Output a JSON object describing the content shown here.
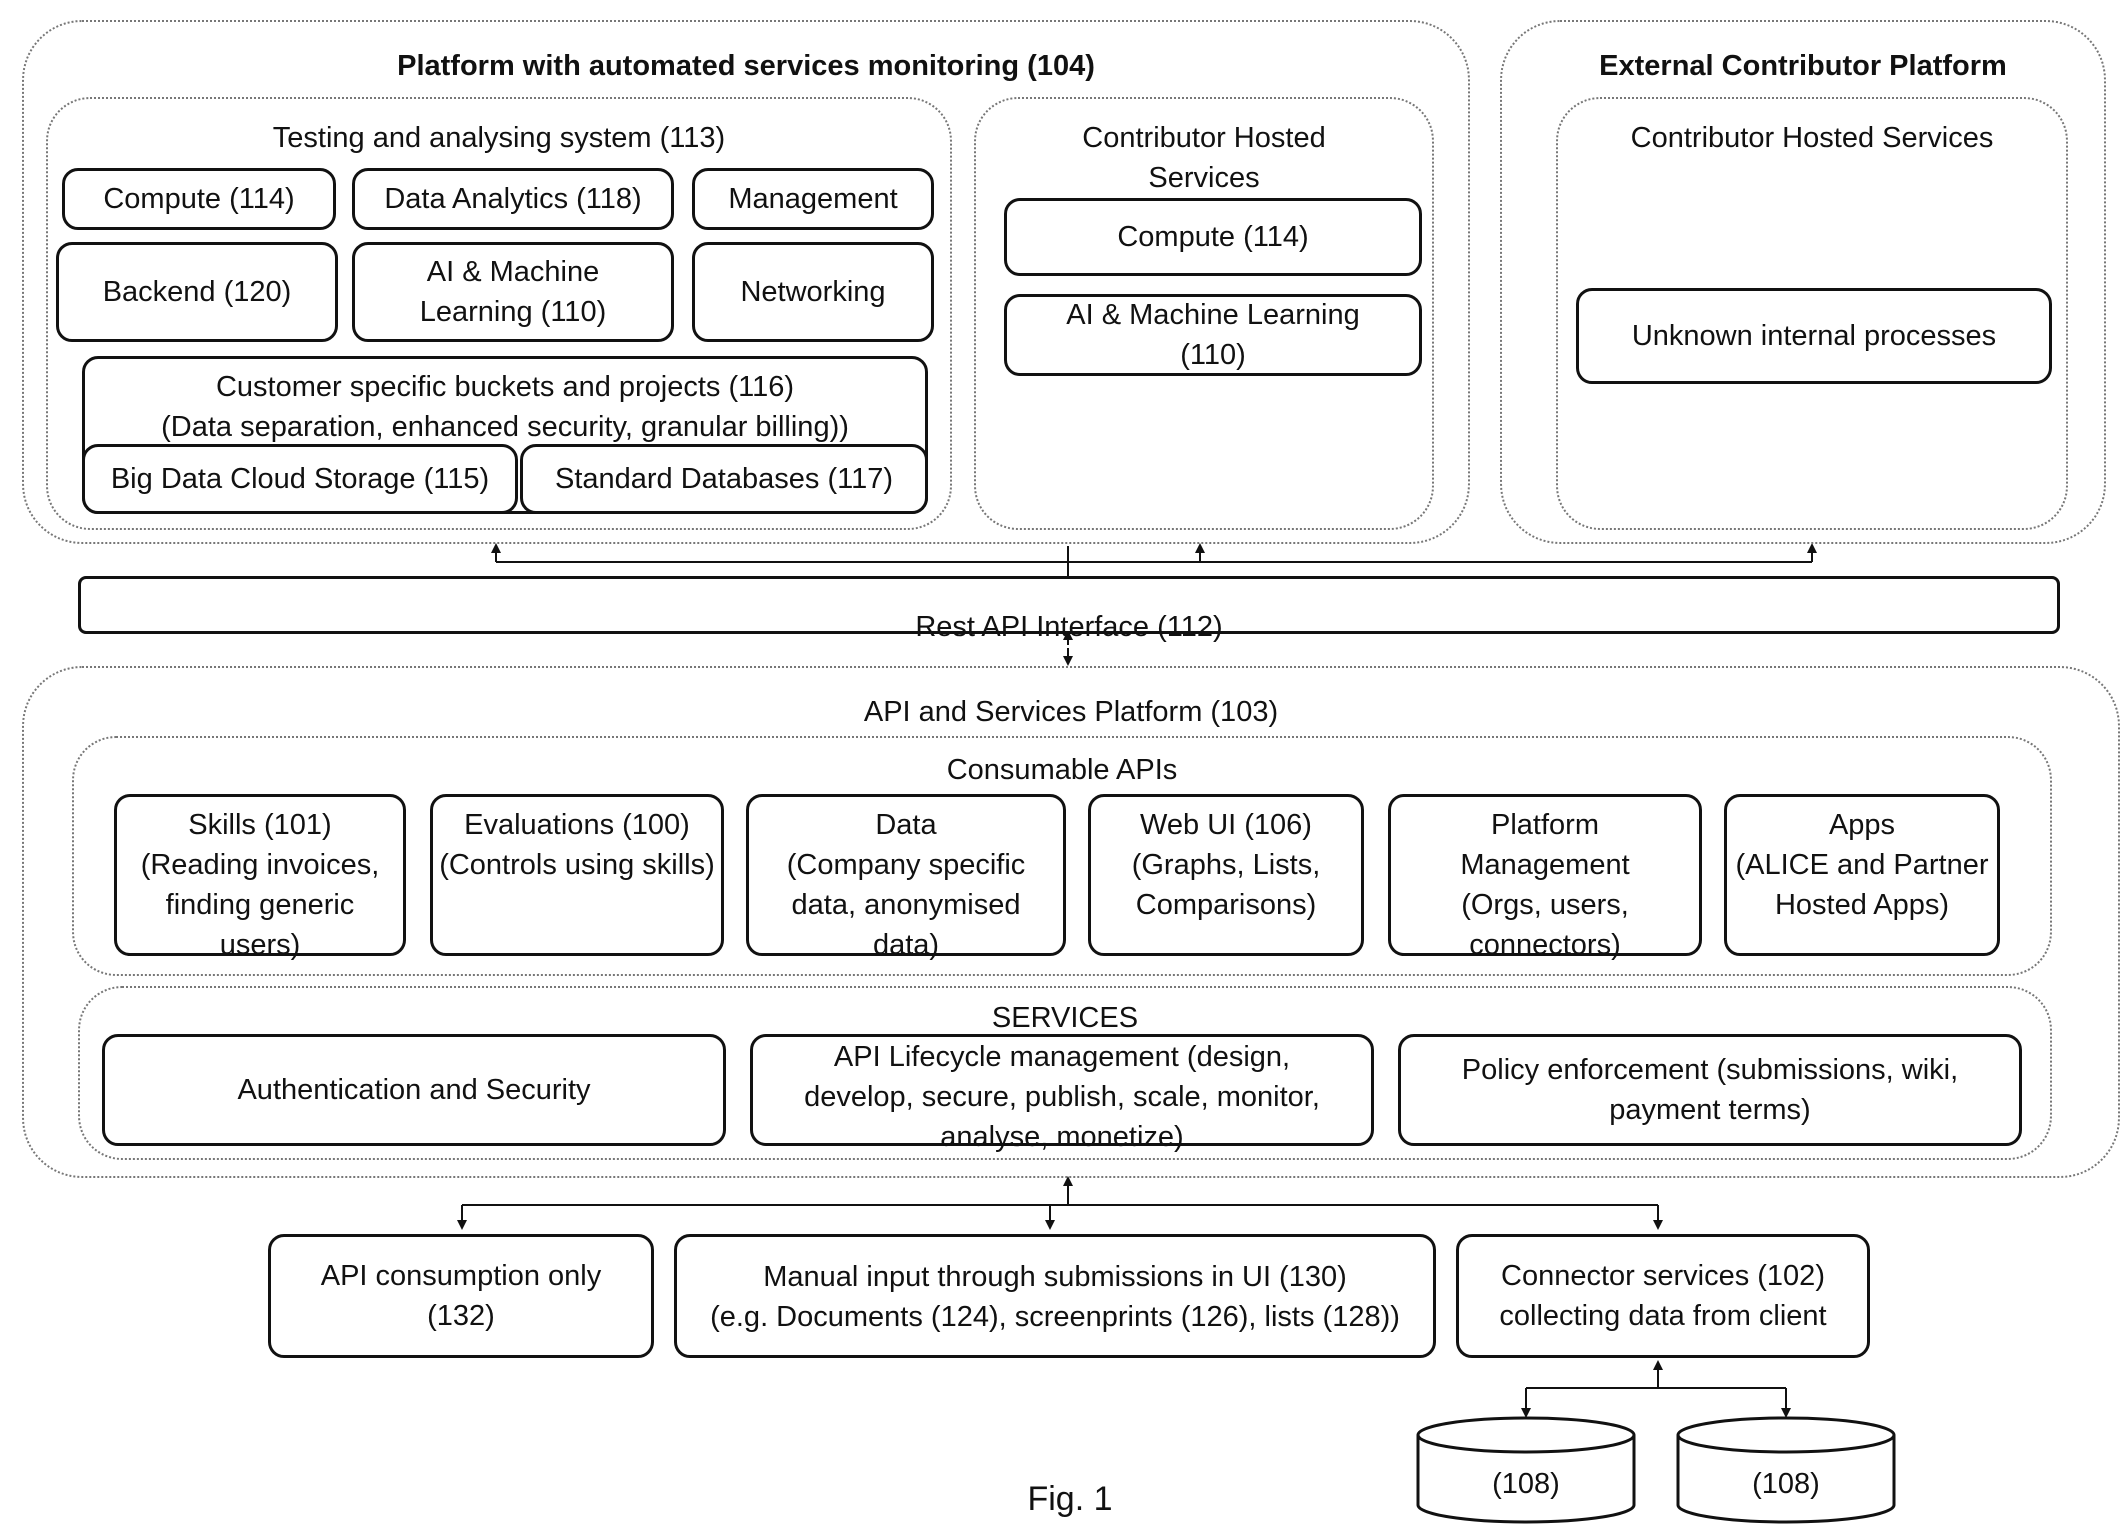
{
  "platform_104": {
    "title": "Platform with automated services monitoring (104)",
    "testing_system": {
      "title": "Testing and analysing system (113)",
      "compute": "Compute (114)",
      "data_analytics": "Data Analytics (118)",
      "management": "Management",
      "backend": "Backend (120)",
      "ai_ml": "AI & Machine\nLearning (110)",
      "networking": "Networking",
      "buckets": {
        "title": "Customer specific buckets and projects (116)\n(Data separation, enhanced security, granular billing))",
        "big_data": "Big Data Cloud Storage (115)",
        "standard_db": "Standard Databases (117)"
      }
    },
    "contributor_hosted": {
      "title": "Contributor Hosted\nServices",
      "compute": "Compute (114)",
      "ai_ml": "AI & Machine Learning\n(110)"
    }
  },
  "external_platform": {
    "title": "External Contributor Platform",
    "hosted_title": "Contributor Hosted Services",
    "unknown": "Unknown internal processes"
  },
  "rest_api": "Rest API Interface (112)",
  "api_platform": {
    "title": "API and Services Platform (103)",
    "consumable": {
      "title": "Consumable APIs",
      "skills": "Skills (101)\n(Reading invoices,\nfinding generic\nusers)",
      "evaluations": "Evaluations (100)\n(Controls using skills)",
      "data": "Data\n(Company specific\ndata, anonymised\ndata)",
      "webui": "Web UI (106)\n(Graphs, Lists,\nComparisons)",
      "platform_mgmt": "Platform\nManagement\n(Orgs, users,\nconnectors)",
      "apps": "Apps\n(ALICE and Partner\nHosted Apps)"
    },
    "services": {
      "title": "SERVICES",
      "auth": "Authentication and Security",
      "lifecycle": "API Lifecycle management (design,\ndevelop, secure, publish, scale, monitor,\nanalyse, monetize)",
      "policy": "Policy enforcement (submissions, wiki,\npayment terms)"
    }
  },
  "clients": {
    "api_consumption": "API consumption only\n(132)",
    "manual_input": "Manual input through submissions in UI (130)\n(e.g. Documents (124), screenprints (126), lists (128))",
    "connector": "Connector services (102)\ncollecting data from client"
  },
  "databases": [
    "(108)",
    "(108)"
  ],
  "caption": "Fig. 1"
}
